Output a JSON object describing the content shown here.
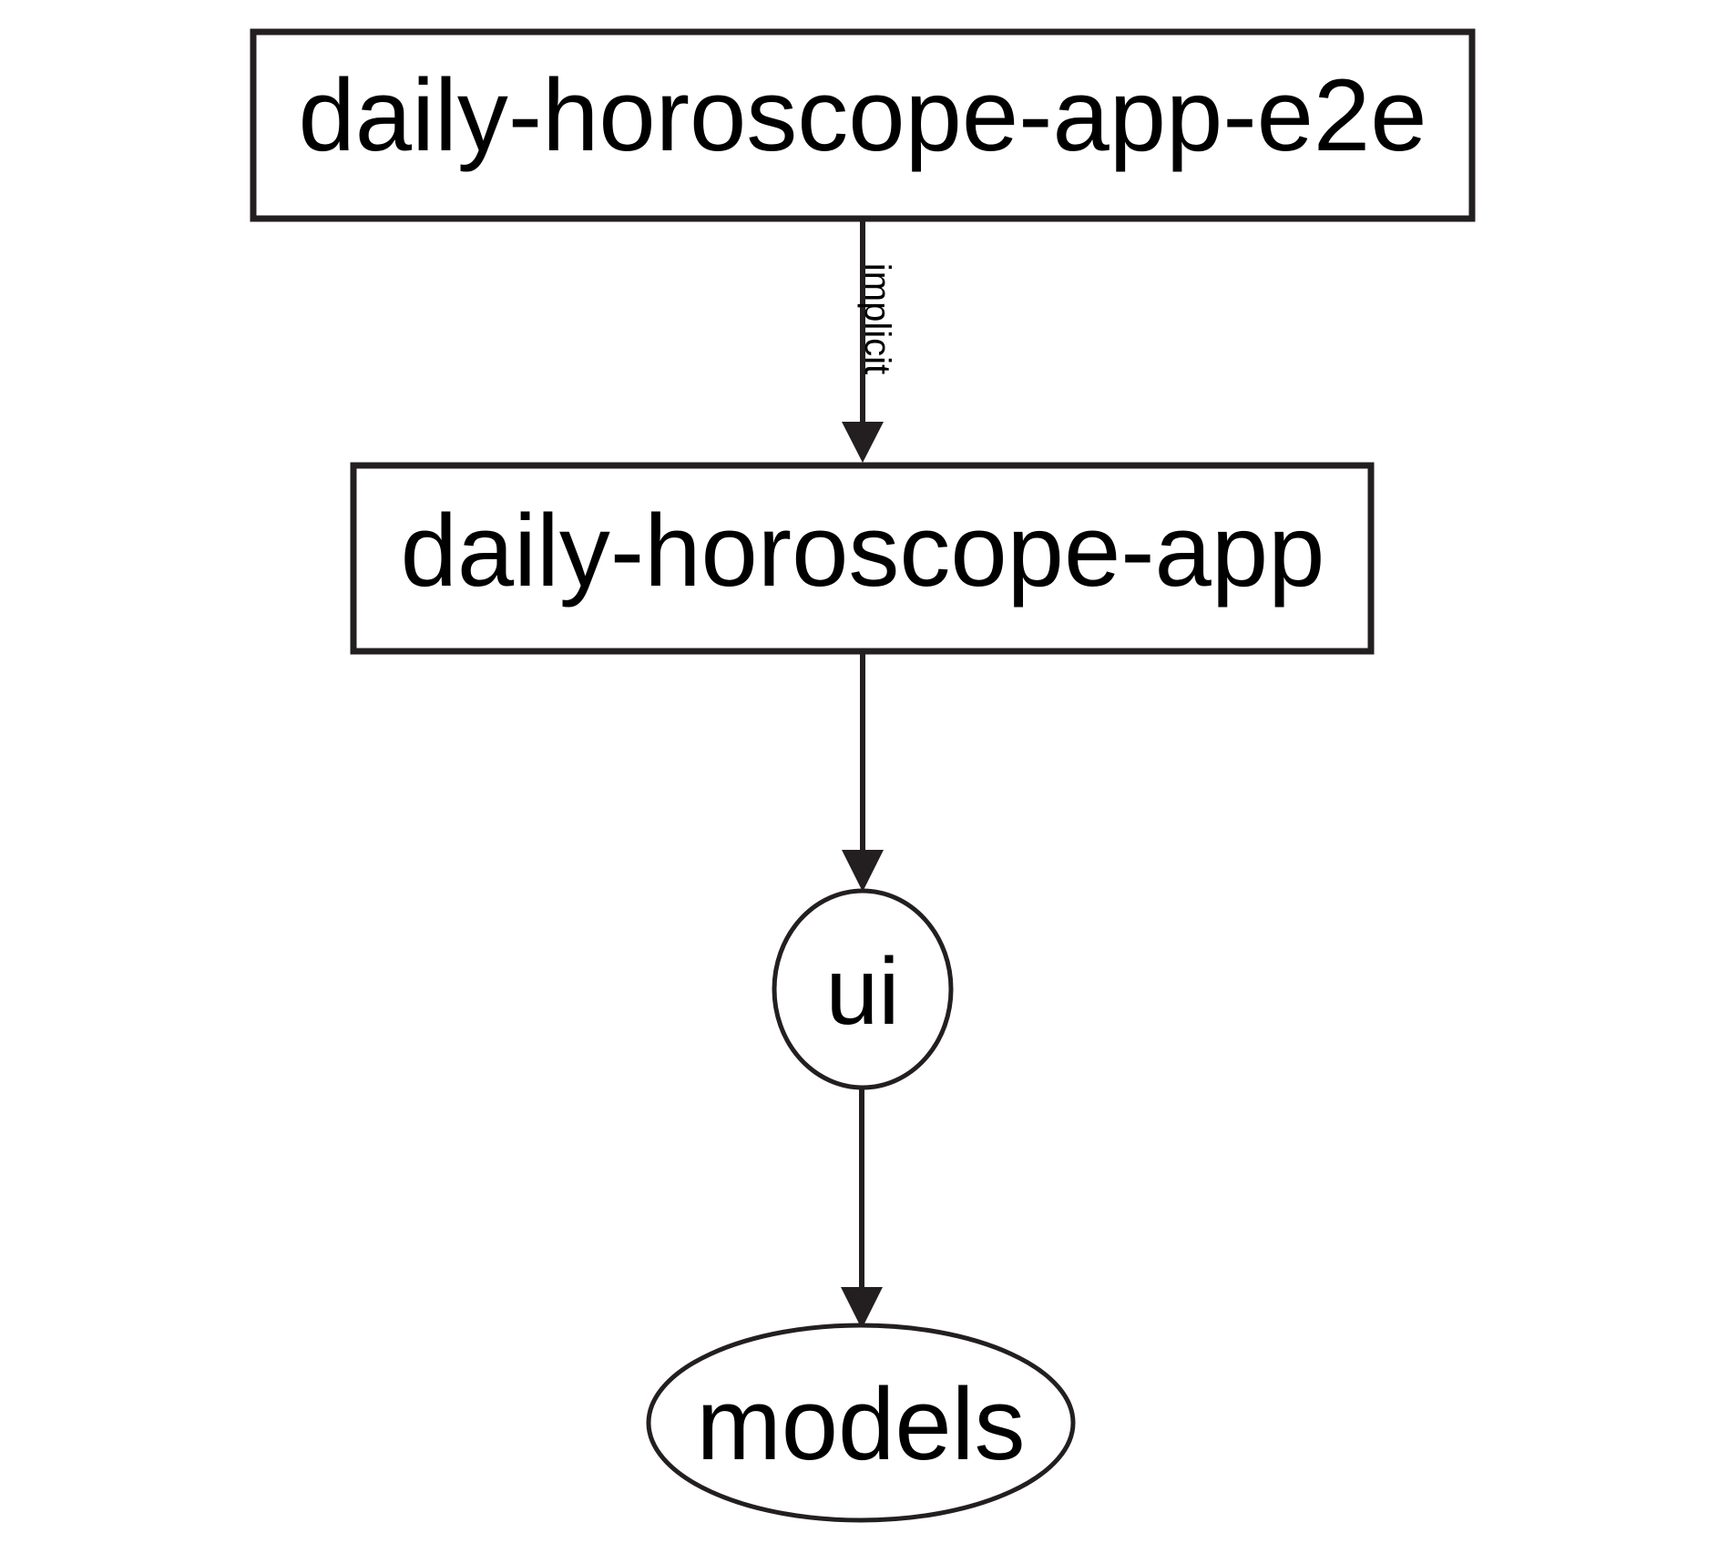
{
  "diagram": {
    "type": "dependency-graph",
    "orientation": "top-to-bottom",
    "background_color": "#ffffff",
    "stroke_color": "#231f20",
    "text_color": "#000000",
    "nodes": [
      {
        "id": "daily-horoscope-app-e2e",
        "label": "daily-horoscope-app-e2e",
        "shape": "rectangle"
      },
      {
        "id": "daily-horoscope-app",
        "label": "daily-horoscope-app",
        "shape": "rectangle"
      },
      {
        "id": "ui",
        "label": "ui",
        "shape": "circle"
      },
      {
        "id": "models",
        "label": "models",
        "shape": "ellipse"
      }
    ],
    "edges": [
      {
        "from": "daily-horoscope-app-e2e",
        "to": "daily-horoscope-app",
        "label": "implicit",
        "label_rotation": "90"
      },
      {
        "from": "daily-horoscope-app",
        "to": "ui",
        "label": ""
      },
      {
        "from": "ui",
        "to": "models",
        "label": ""
      }
    ]
  }
}
